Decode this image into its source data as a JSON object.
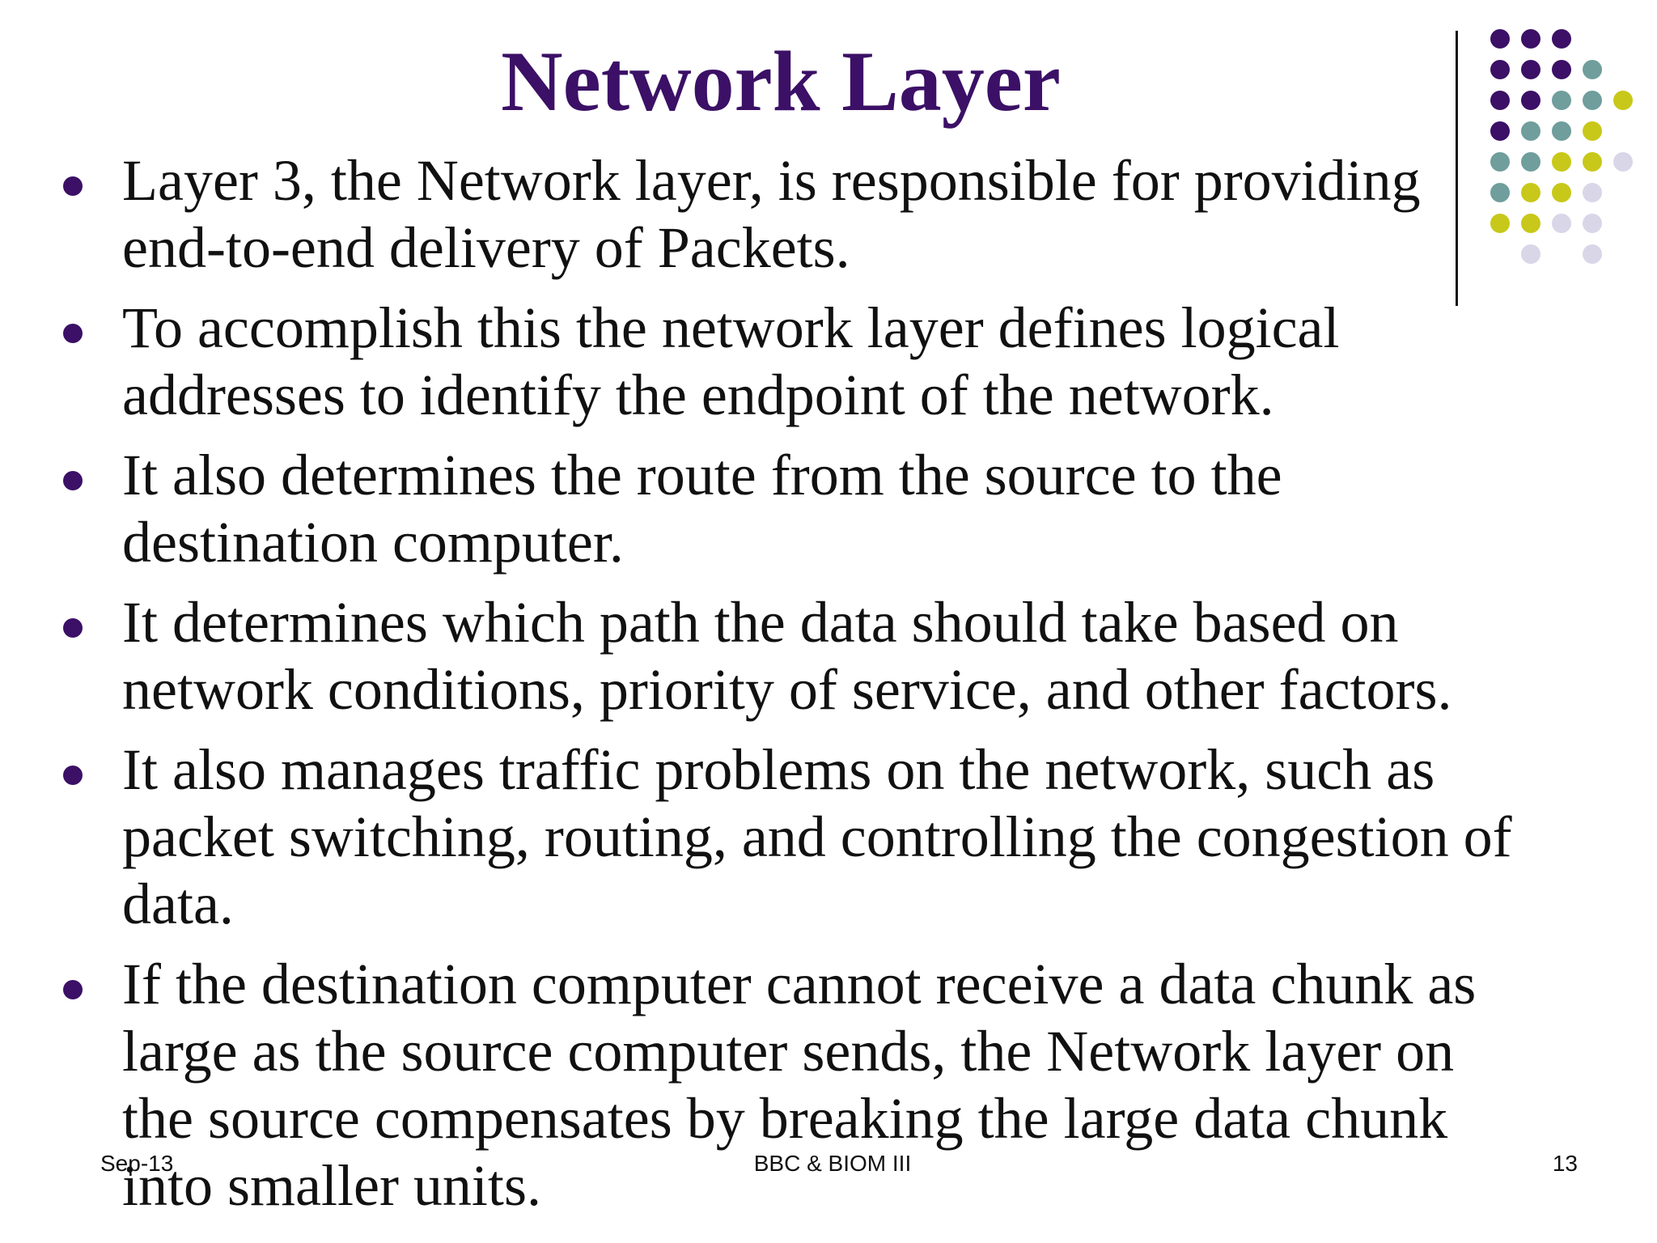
{
  "slide": {
    "title": "Network Layer",
    "bullets": [
      "Layer 3, the Network layer, is responsible for providing\nend-to-end delivery of Packets.",
      "To accomplish this the network layer defines logical\naddresses to identify the endpoint of the network.",
      "It also determines the route from the source to the\ndestination computer.",
      " It determines which path the data should take based on\nnetwork conditions, priority of service, and other factors.",
      " It also manages traffic problems on the network, such as\npacket switching, routing, and controlling the congestion of\ndata.",
      " If the destination computer cannot receive a data chunk as\nlarge as the source computer sends, the Network layer on\nthe source compensates by breaking the large data chunk\ninto smaller units."
    ]
  },
  "footer": {
    "date": "Sep-13",
    "course": "BBC & BIOM III",
    "page_number": "13"
  },
  "colors": {
    "title": "#3b1066",
    "bullet": "#3b1066",
    "dot_purple": "#3b1066",
    "dot_teal": "#6f9e9c",
    "dot_yellow": "#c8c81a",
    "dot_lavender": "#d9d6e8"
  }
}
